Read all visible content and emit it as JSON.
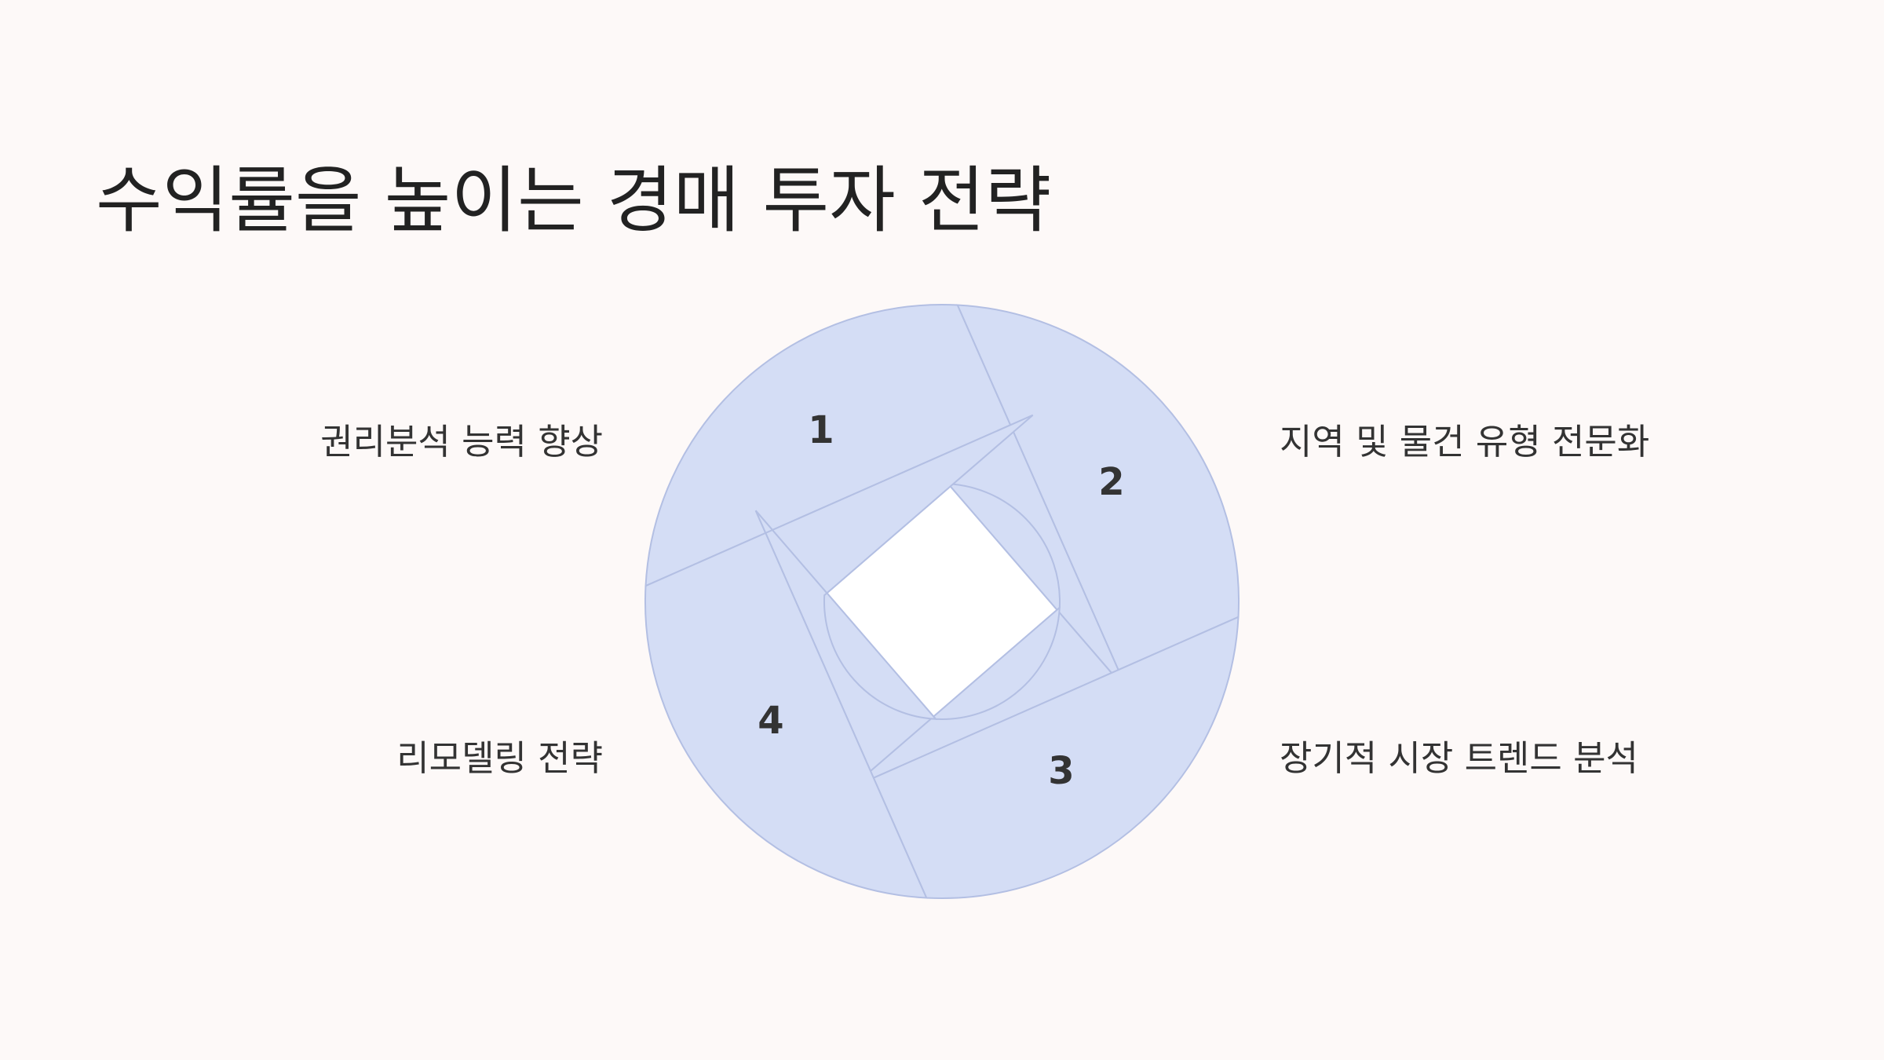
{
  "title": "수익률을 높이는 경매 투자 전략",
  "colors": {
    "background": "#fdf9f8",
    "segment_fill": "#d4ddf5",
    "segment_stroke": "#b3bfe3",
    "center_fill": "#ffffff",
    "number_text": "#333333"
  },
  "segments": [
    {
      "number": "1",
      "label": "권리분석 능력 향상"
    },
    {
      "number": "2",
      "label": "지역 및 물건 유형 전문화"
    },
    {
      "number": "3",
      "label": "장기적 시장 트렌드 분석"
    },
    {
      "number": "4",
      "label": "리모델링 전략"
    }
  ]
}
